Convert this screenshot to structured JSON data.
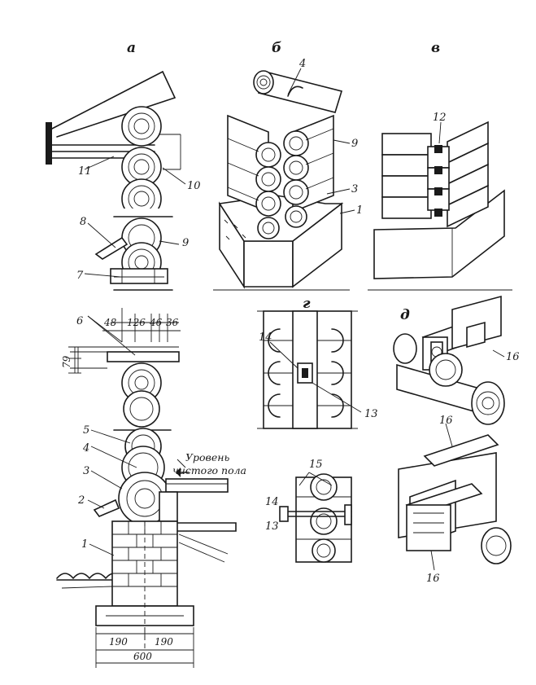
{
  "colors": {
    "ink": "#1a1a1a",
    "paper": "#ffffff"
  },
  "panels": {
    "a": "а",
    "b": "б",
    "v": "в",
    "g": "г",
    "d": "д"
  },
  "callouts": {
    "c1": "1",
    "c2": "2",
    "c3": "3",
    "c4": "4",
    "c5": "5",
    "c6": "6",
    "c7": "7",
    "c8": "8",
    "c9": "9",
    "c10": "10",
    "c11": "11",
    "b4": "4",
    "b9": "9",
    "b3": "3",
    "b1": "1",
    "v12": "12",
    "g14": "14",
    "g13": "13",
    "d16a": "16",
    "d16b": "16",
    "d16c": "16",
    "s15": "15",
    "s14": "14",
    "s13": "13"
  },
  "dimensions": {
    "d48": "48",
    "d126": "126",
    "d46": "46",
    "d36": "36",
    "d79": "79",
    "d190a": "190",
    "d190b": "190",
    "d600": "600"
  },
  "floor_note": {
    "line1": "Уровень",
    "line2": "чистого пола"
  }
}
